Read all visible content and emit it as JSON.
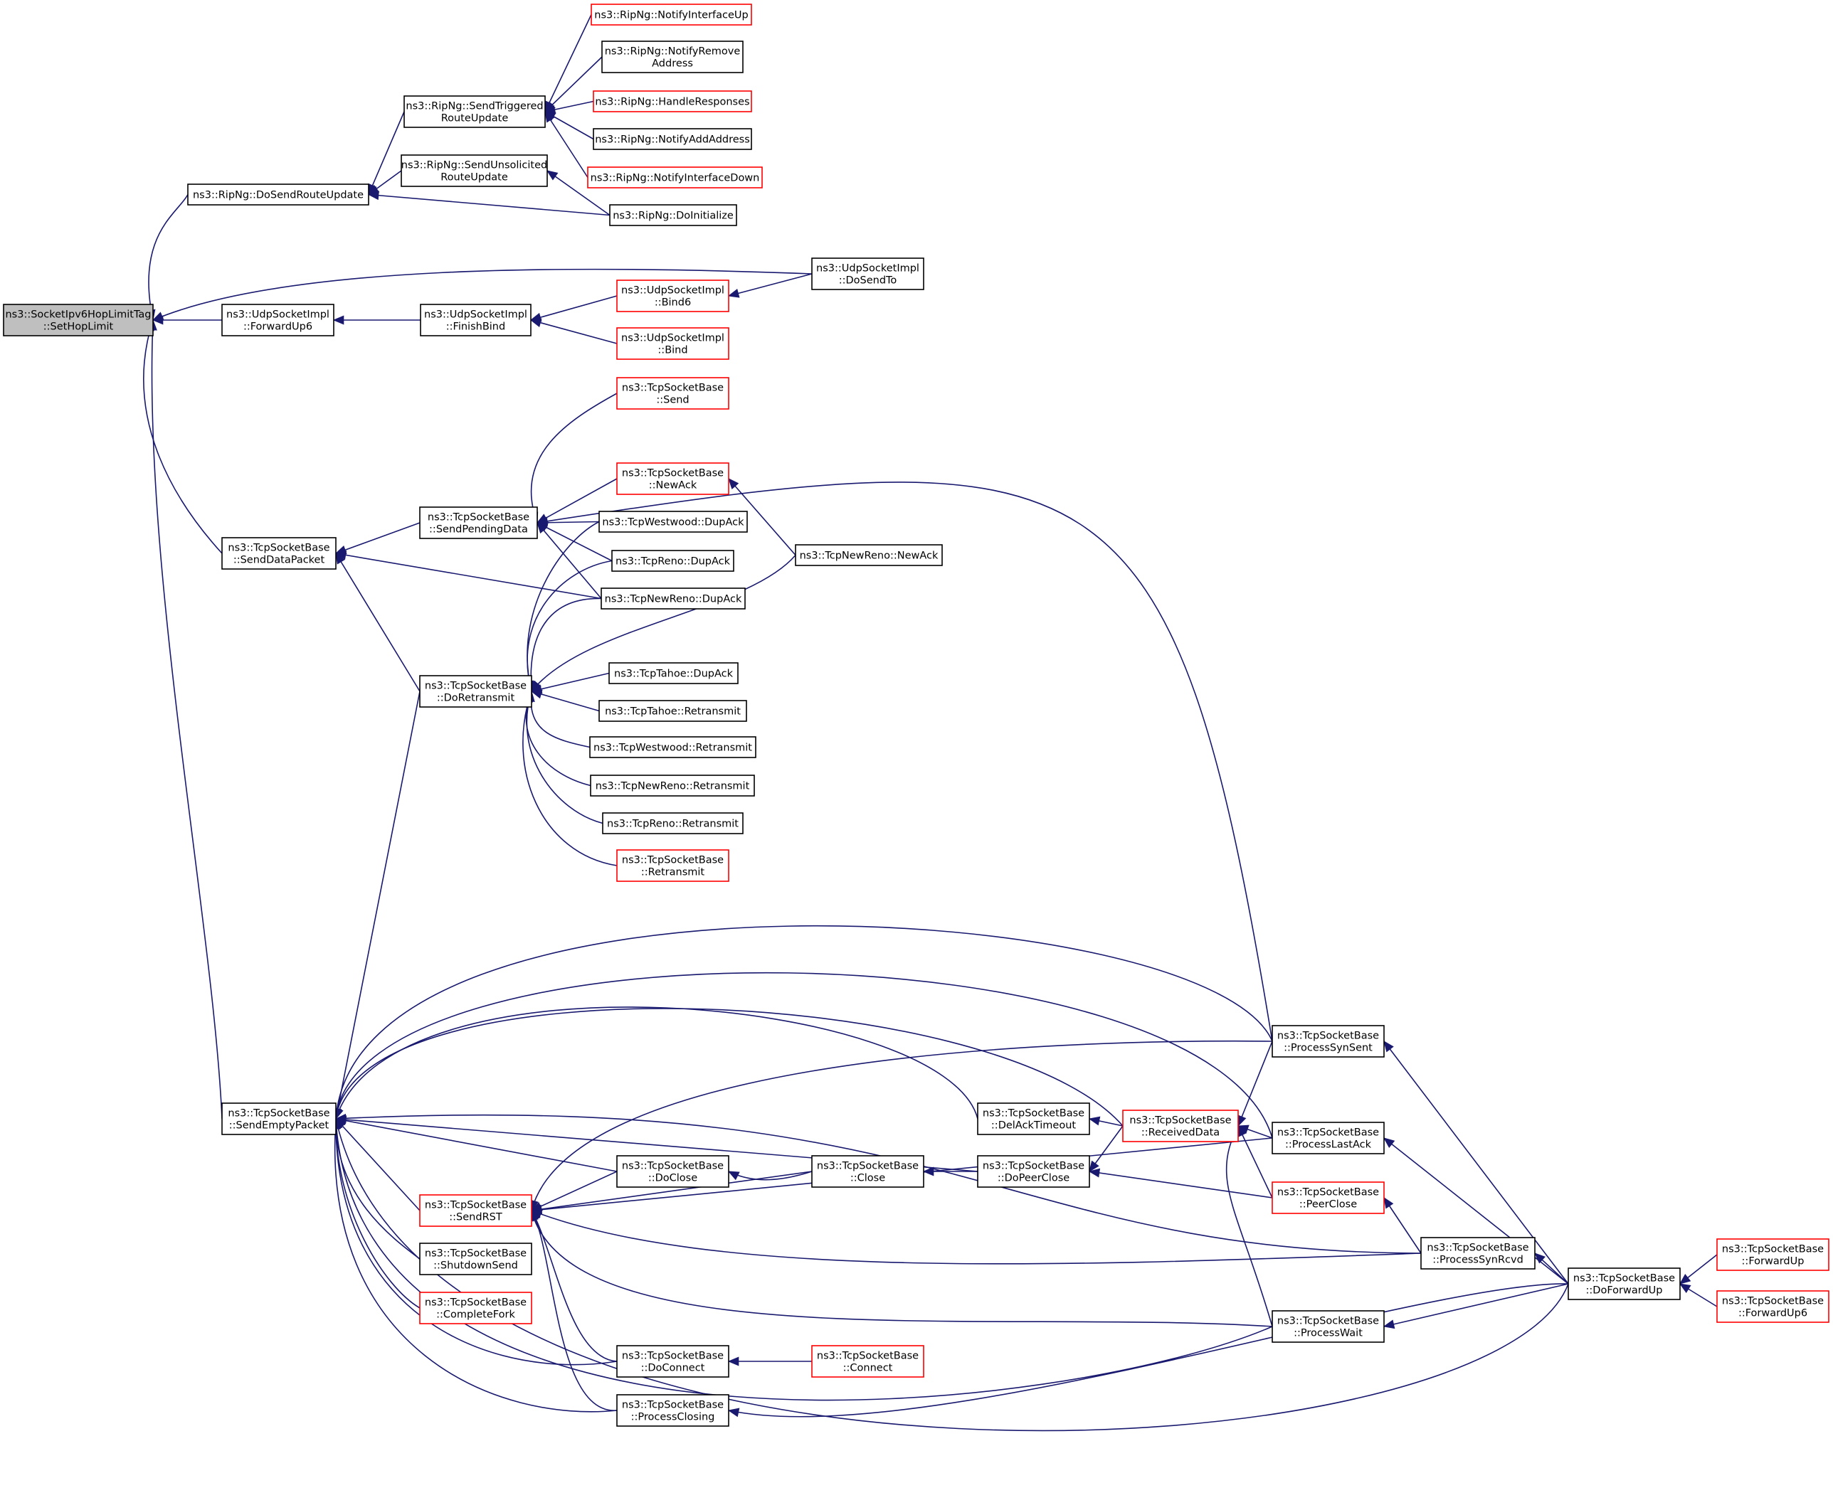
{
  "colors": {
    "root_fill": "#bfbfbf",
    "node_fill": "#ffffff",
    "node_border": "#000000",
    "truncated_border": "#ff0000",
    "edge": "#191970"
  },
  "nodes": [
    {
      "id": "root",
      "lines": [
        "ns3::SocketIpv6HopLimitTag",
        "::SetHopLimit"
      ],
      "root": true
    },
    {
      "id": "doSendRouteUpdate",
      "lines": [
        "ns3::RipNg::DoSendRouteUpdate"
      ]
    },
    {
      "id": "sendTriggered",
      "lines": [
        "ns3::RipNg::SendTriggered",
        "RouteUpdate"
      ]
    },
    {
      "id": "sendUnsolicited",
      "lines": [
        "ns3::RipNg::SendUnsolicited",
        "RouteUpdate"
      ]
    },
    {
      "id": "notifyIfUp",
      "lines": [
        "ns3::RipNg::NotifyInterfaceUp"
      ],
      "red": true
    },
    {
      "id": "notifyRemove",
      "lines": [
        "ns3::RipNg::NotifyRemove",
        "Address"
      ]
    },
    {
      "id": "handleResponses",
      "lines": [
        "ns3::RipNg::HandleResponses"
      ],
      "red": true
    },
    {
      "id": "notifyAdd",
      "lines": [
        "ns3::RipNg::NotifyAddAddress"
      ]
    },
    {
      "id": "notifyIfDown",
      "lines": [
        "ns3::RipNg::NotifyInterfaceDown"
      ],
      "red": true
    },
    {
      "id": "doInitialize",
      "lines": [
        "ns3::RipNg::DoInitialize"
      ]
    },
    {
      "id": "udpDoSendTo",
      "lines": [
        "ns3::UdpSocketImpl",
        "::DoSendTo"
      ]
    },
    {
      "id": "udpForwardUp6",
      "lines": [
        "ns3::UdpSocketImpl",
        "::ForwardUp6"
      ]
    },
    {
      "id": "udpFinishBind",
      "lines": [
        "ns3::UdpSocketImpl",
        "::FinishBind"
      ]
    },
    {
      "id": "udpBind6",
      "lines": [
        "ns3::UdpSocketImpl",
        "::Bind6"
      ],
      "red": true
    },
    {
      "id": "udpBind",
      "lines": [
        "ns3::UdpSocketImpl",
        "::Bind"
      ],
      "red": true
    },
    {
      "id": "tcpSend",
      "lines": [
        "ns3::TcpSocketBase",
        "::Send"
      ],
      "red": true
    },
    {
      "id": "sendDataPacket",
      "lines": [
        "ns3::TcpSocketBase",
        "::SendDataPacket"
      ]
    },
    {
      "id": "sendPendingData",
      "lines": [
        "ns3::TcpSocketBase",
        "::SendPendingData"
      ]
    },
    {
      "id": "tcpNewAck",
      "lines": [
        "ns3::TcpSocketBase",
        "::NewAck"
      ],
      "red": true
    },
    {
      "id": "westwoodDupAck",
      "lines": [
        "ns3::TcpWestwood::DupAck"
      ]
    },
    {
      "id": "renoDupAck",
      "lines": [
        "ns3::TcpReno::DupAck"
      ]
    },
    {
      "id": "newRenoDupAck",
      "lines": [
        "ns3::TcpNewReno::DupAck"
      ]
    },
    {
      "id": "newRenoNewAck",
      "lines": [
        "ns3::TcpNewReno::NewAck"
      ]
    },
    {
      "id": "doRetransmit",
      "lines": [
        "ns3::TcpSocketBase",
        "::DoRetransmit"
      ]
    },
    {
      "id": "tahoeDupAck",
      "lines": [
        "ns3::TcpTahoe::DupAck"
      ]
    },
    {
      "id": "tahoeRetransmit",
      "lines": [
        "ns3::TcpTahoe::Retransmit"
      ]
    },
    {
      "id": "westwoodRetransmit",
      "lines": [
        "ns3::TcpWestwood::Retransmit"
      ]
    },
    {
      "id": "newRenoRetransmit",
      "lines": [
        "ns3::TcpNewReno::Retransmit"
      ]
    },
    {
      "id": "renoRetransmit",
      "lines": [
        "ns3::TcpReno::Retransmit"
      ]
    },
    {
      "id": "tcpRetransmit",
      "lines": [
        "ns3::TcpSocketBase",
        "::Retransmit"
      ],
      "red": true
    },
    {
      "id": "sendEmptyPacket",
      "lines": [
        "ns3::TcpSocketBase",
        "::SendEmptyPacket"
      ]
    },
    {
      "id": "sendRST",
      "lines": [
        "ns3::TcpSocketBase",
        "::SendRST"
      ],
      "red": true
    },
    {
      "id": "shutdownSend",
      "lines": [
        "ns3::TcpSocketBase",
        "::ShutdownSend"
      ]
    },
    {
      "id": "completeFork",
      "lines": [
        "ns3::TcpSocketBase",
        "::CompleteFork"
      ],
      "red": true
    },
    {
      "id": "doClose",
      "lines": [
        "ns3::TcpSocketBase",
        "::DoClose"
      ]
    },
    {
      "id": "doConnect",
      "lines": [
        "ns3::TcpSocketBase",
        "::DoConnect"
      ]
    },
    {
      "id": "processClosing",
      "lines": [
        "ns3::TcpSocketBase",
        "::ProcessClosing"
      ]
    },
    {
      "id": "tcpClose",
      "lines": [
        "ns3::TcpSocketBase",
        "::Close"
      ]
    },
    {
      "id": "tcpConnect",
      "lines": [
        "ns3::TcpSocketBase",
        "::Connect"
      ],
      "red": true
    },
    {
      "id": "delAckTimeout",
      "lines": [
        "ns3::TcpSocketBase",
        "::DelAckTimeout"
      ]
    },
    {
      "id": "doPeerClose",
      "lines": [
        "ns3::TcpSocketBase",
        "::DoPeerClose"
      ]
    },
    {
      "id": "receivedData",
      "lines": [
        "ns3::TcpSocketBase",
        "::ReceivedData"
      ],
      "red": true
    },
    {
      "id": "processSynSent",
      "lines": [
        "ns3::TcpSocketBase",
        "::ProcessSynSent"
      ]
    },
    {
      "id": "processLastAck",
      "lines": [
        "ns3::TcpSocketBase",
        "::ProcessLastAck"
      ]
    },
    {
      "id": "peerClose",
      "lines": [
        "ns3::TcpSocketBase",
        "::PeerClose"
      ],
      "red": true
    },
    {
      "id": "processWait",
      "lines": [
        "ns3::TcpSocketBase",
        "::ProcessWait"
      ]
    },
    {
      "id": "processSynRcvd",
      "lines": [
        "ns3::TcpSocketBase",
        "::ProcessSynRcvd"
      ]
    },
    {
      "id": "doForwardUp",
      "lines": [
        "ns3::TcpSocketBase",
        "::DoForwardUp"
      ]
    },
    {
      "id": "tcpForwardUp",
      "lines": [
        "ns3::TcpSocketBase",
        "::ForwardUp"
      ],
      "red": true
    },
    {
      "id": "tcpForwardUp6",
      "lines": [
        "ns3::TcpSocketBase",
        "::ForwardUp6"
      ],
      "red": true
    }
  ],
  "edges": [
    {
      "from": "doSendRouteUpdate",
      "to": "root"
    },
    {
      "from": "udpDoSendTo",
      "to": "root"
    },
    {
      "from": "udpForwardUp6",
      "to": "root"
    },
    {
      "from": "sendDataPacket",
      "to": "root"
    },
    {
      "from": "sendEmptyPacket",
      "to": "root"
    },
    {
      "from": "sendTriggered",
      "to": "doSendRouteUpdate"
    },
    {
      "from": "sendUnsolicited",
      "to": "doSendRouteUpdate"
    },
    {
      "from": "doInitialize",
      "to": "doSendRouteUpdate"
    },
    {
      "from": "notifyIfUp",
      "to": "sendTriggered"
    },
    {
      "from": "notifyRemove",
      "to": "sendTriggered"
    },
    {
      "from": "handleResponses",
      "to": "sendTriggered"
    },
    {
      "from": "notifyAdd",
      "to": "sendTriggered"
    },
    {
      "from": "notifyIfDown",
      "to": "sendTriggered"
    },
    {
      "from": "doInitialize",
      "to": "sendUnsolicited"
    },
    {
      "from": "udpFinishBind",
      "to": "udpForwardUp6"
    },
    {
      "from": "udpBind6",
      "to": "udpFinishBind"
    },
    {
      "from": "udpBind",
      "to": "udpFinishBind"
    },
    {
      "from": "udpDoSendTo",
      "to": "udpBind6"
    },
    {
      "from": "sendPendingData",
      "to": "sendDataPacket"
    },
    {
      "from": "newRenoDupAck",
      "to": "sendDataPacket"
    },
    {
      "from": "doRetransmit",
      "to": "sendDataPacket"
    },
    {
      "from": "tcpSend",
      "to": "sendPendingData"
    },
    {
      "from": "processSynSent",
      "to": "sendPendingData"
    },
    {
      "from": "tcpNewAck",
      "to": "sendPendingData"
    },
    {
      "from": "westwoodDupAck",
      "to": "sendPendingData"
    },
    {
      "from": "renoDupAck",
      "to": "sendPendingData"
    },
    {
      "from": "newRenoDupAck",
      "to": "sendPendingData"
    },
    {
      "from": "newRenoNewAck",
      "to": "tcpNewAck"
    },
    {
      "from": "westwoodDupAck",
      "to": "doRetransmit"
    },
    {
      "from": "renoDupAck",
      "to": "doRetransmit"
    },
    {
      "from": "newRenoDupAck",
      "to": "doRetransmit"
    },
    {
      "from": "newRenoNewAck",
      "to": "doRetransmit"
    },
    {
      "from": "tahoeDupAck",
      "to": "doRetransmit"
    },
    {
      "from": "tahoeRetransmit",
      "to": "doRetransmit"
    },
    {
      "from": "westwoodRetransmit",
      "to": "doRetransmit"
    },
    {
      "from": "newRenoRetransmit",
      "to": "doRetransmit"
    },
    {
      "from": "renoRetransmit",
      "to": "doRetransmit"
    },
    {
      "from": "tcpRetransmit",
      "to": "doRetransmit"
    },
    {
      "from": "doRetransmit",
      "to": "sendEmptyPacket"
    },
    {
      "from": "processSynSent",
      "to": "sendEmptyPacket"
    },
    {
      "from": "processLastAck",
      "to": "sendEmptyPacket"
    },
    {
      "from": "receivedData",
      "to": "sendEmptyPacket"
    },
    {
      "from": "delAckTimeout",
      "to": "sendEmptyPacket"
    },
    {
      "from": "processSynRcvd",
      "to": "sendEmptyPacket"
    },
    {
      "from": "doPeerClose",
      "to": "sendEmptyPacket"
    },
    {
      "from": "doClose",
      "to": "sendEmptyPacket"
    },
    {
      "from": "sendRST",
      "to": "sendEmptyPacket"
    },
    {
      "from": "shutdownSend",
      "to": "sendEmptyPacket"
    },
    {
      "from": "completeFork",
      "to": "sendEmptyPacket"
    },
    {
      "from": "doConnect",
      "to": "sendEmptyPacket"
    },
    {
      "from": "processClosing",
      "to": "sendEmptyPacket"
    },
    {
      "from": "processWait",
      "to": "sendEmptyPacket"
    },
    {
      "from": "doForwardUp",
      "to": "sendEmptyPacket"
    },
    {
      "from": "processSynSent",
      "to": "sendRST"
    },
    {
      "from": "doClose",
      "to": "sendRST"
    },
    {
      "from": "tcpClose",
      "to": "sendRST"
    },
    {
      "from": "processLastAck",
      "to": "sendRST"
    },
    {
      "from": "processSynRcvd",
      "to": "sendRST"
    },
    {
      "from": "processWait",
      "to": "sendRST"
    },
    {
      "from": "doConnect",
      "to": "sendRST"
    },
    {
      "from": "processClosing",
      "to": "sendRST"
    },
    {
      "from": "tcpClose",
      "to": "doClose"
    },
    {
      "from": "doPeerClose",
      "to": "tcpClose"
    },
    {
      "from": "tcpConnect",
      "to": "doConnect"
    },
    {
      "from": "doForwardUp",
      "to": "processClosing"
    },
    {
      "from": "receivedData",
      "to": "delAckTimeout"
    },
    {
      "from": "receivedData",
      "to": "doPeerClose"
    },
    {
      "from": "peerClose",
      "to": "doPeerClose"
    },
    {
      "from": "processSynSent",
      "to": "receivedData"
    },
    {
      "from": "processLastAck",
      "to": "receivedData"
    },
    {
      "from": "peerClose",
      "to": "receivedData"
    },
    {
      "from": "processWait",
      "to": "receivedData"
    },
    {
      "from": "doForwardUp",
      "to": "processSynSent"
    },
    {
      "from": "doForwardUp",
      "to": "processLastAck"
    },
    {
      "from": "processSynRcvd",
      "to": "peerClose"
    },
    {
      "from": "doForwardUp",
      "to": "processSynRcvd"
    },
    {
      "from": "doForwardUp",
      "to": "processWait"
    },
    {
      "from": "tcpForwardUp",
      "to": "doForwardUp"
    },
    {
      "from": "tcpForwardUp6",
      "to": "doForwardUp"
    }
  ]
}
